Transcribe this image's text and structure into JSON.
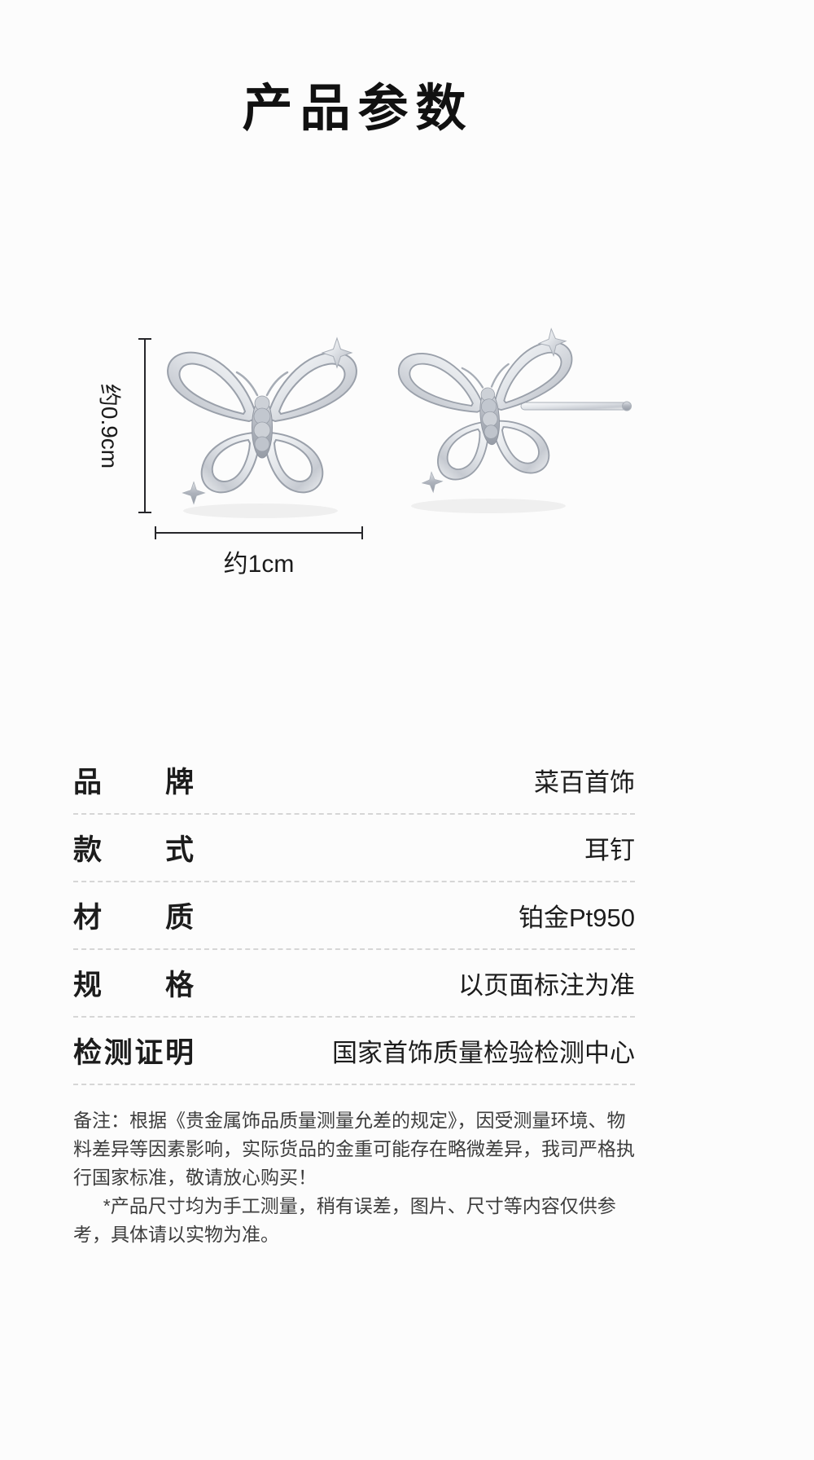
{
  "title": "产品参数",
  "product": {
    "item": "platinum-butterfly-stud-earrings",
    "height_label": "约0.9cm",
    "width_label": "约1cm"
  },
  "specs": [
    {
      "label": "品牌",
      "value": "菜百首饰"
    },
    {
      "label": "款式",
      "value": "耳钉"
    },
    {
      "label": "材质",
      "value": "铂金Pt950"
    },
    {
      "label": "规格",
      "value": "以页面标注为准"
    },
    {
      "label": "检测证明",
      "value": "国家首饰质量检验检测中心"
    }
  ],
  "notes": {
    "remark": "备注：根据《贵金属饰品质量测量允差的规定》，因受测量环境、物料差异等因素影响，实际货品的金重可能存在略微差异，我司严格执行国家标准，敬请放心购买！",
    "disclaimer": "*产品尺寸均为手工测量，稍有误差，图片、尺寸等内容仅供参考，具体请以实物为准。"
  },
  "colors": {
    "background": "#fcfcfc",
    "text": "#1a1a1a",
    "divider": "#d6d6d6",
    "metal_light": "#f2f3f5",
    "metal_dark": "#a8adb6"
  }
}
